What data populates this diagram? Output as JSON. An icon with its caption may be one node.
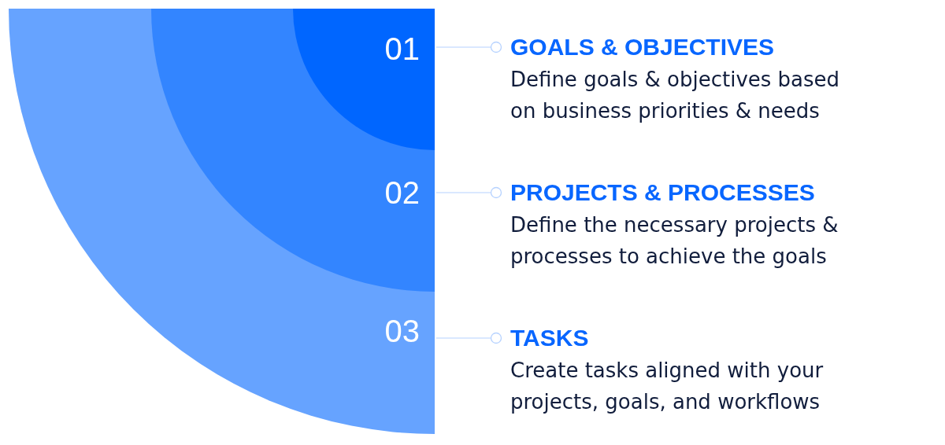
{
  "diagram": {
    "nodes": [
      {
        "text": [
          "03"
        ]
      },
      {
        "text": [
          "02"
        ],
        "in": 0
      },
      {
        "text": [
          "01"
        ],
        "in": 1
      },
      {
        "text": [
          "GOALS & OBJECTIVES",
          "Define goals & objectives based on business priorities & needs"
        ]
      },
      {
        "text": [
          "PROJECTS & PROCESSES",
          "Define the necessary projects & processes to achieve the goals"
        ]
      },
      {
        "text": [
          "TASKS",
          "Create tasks aligned with your projects, goals, and workflows"
        ]
      }
    ],
    "edges": [
      {
        "from": 2,
        "to": 3,
        "arrow": "other"
      },
      {
        "from": 1,
        "to": 4,
        "arrow": "other"
      },
      {
        "from": 0,
        "to": 5,
        "arrow": "other"
      }
    ]
  }
}
